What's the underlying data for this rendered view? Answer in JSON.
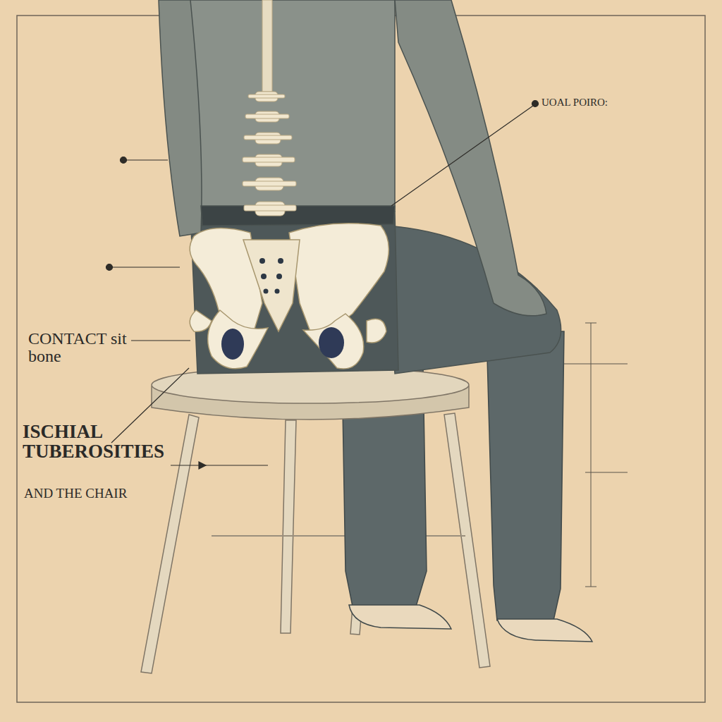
{
  "diagram": {
    "labels": [
      "UOAL POIRO:",
      "CONTACT sit bone",
      "ISCHIAL TUBEROSITIES",
      "AND THE CHAIR"
    ]
  }
}
